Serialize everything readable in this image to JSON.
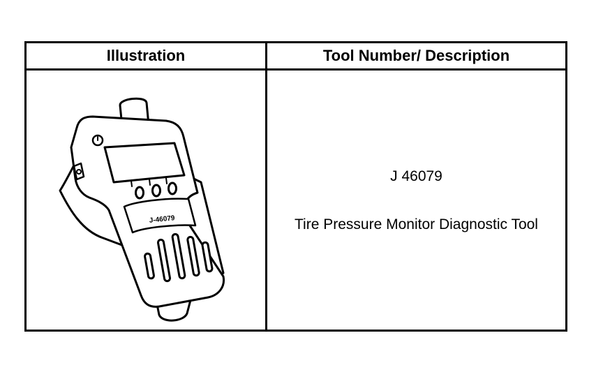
{
  "table": {
    "headers": {
      "illustration": "Illustration",
      "tool": "Tool Number/ Description"
    },
    "rows": [
      {
        "device_label": "J-46079",
        "tool_number": "J 46079",
        "description": "Tire Pressure Monitor Diagnostic Tool"
      }
    ]
  }
}
